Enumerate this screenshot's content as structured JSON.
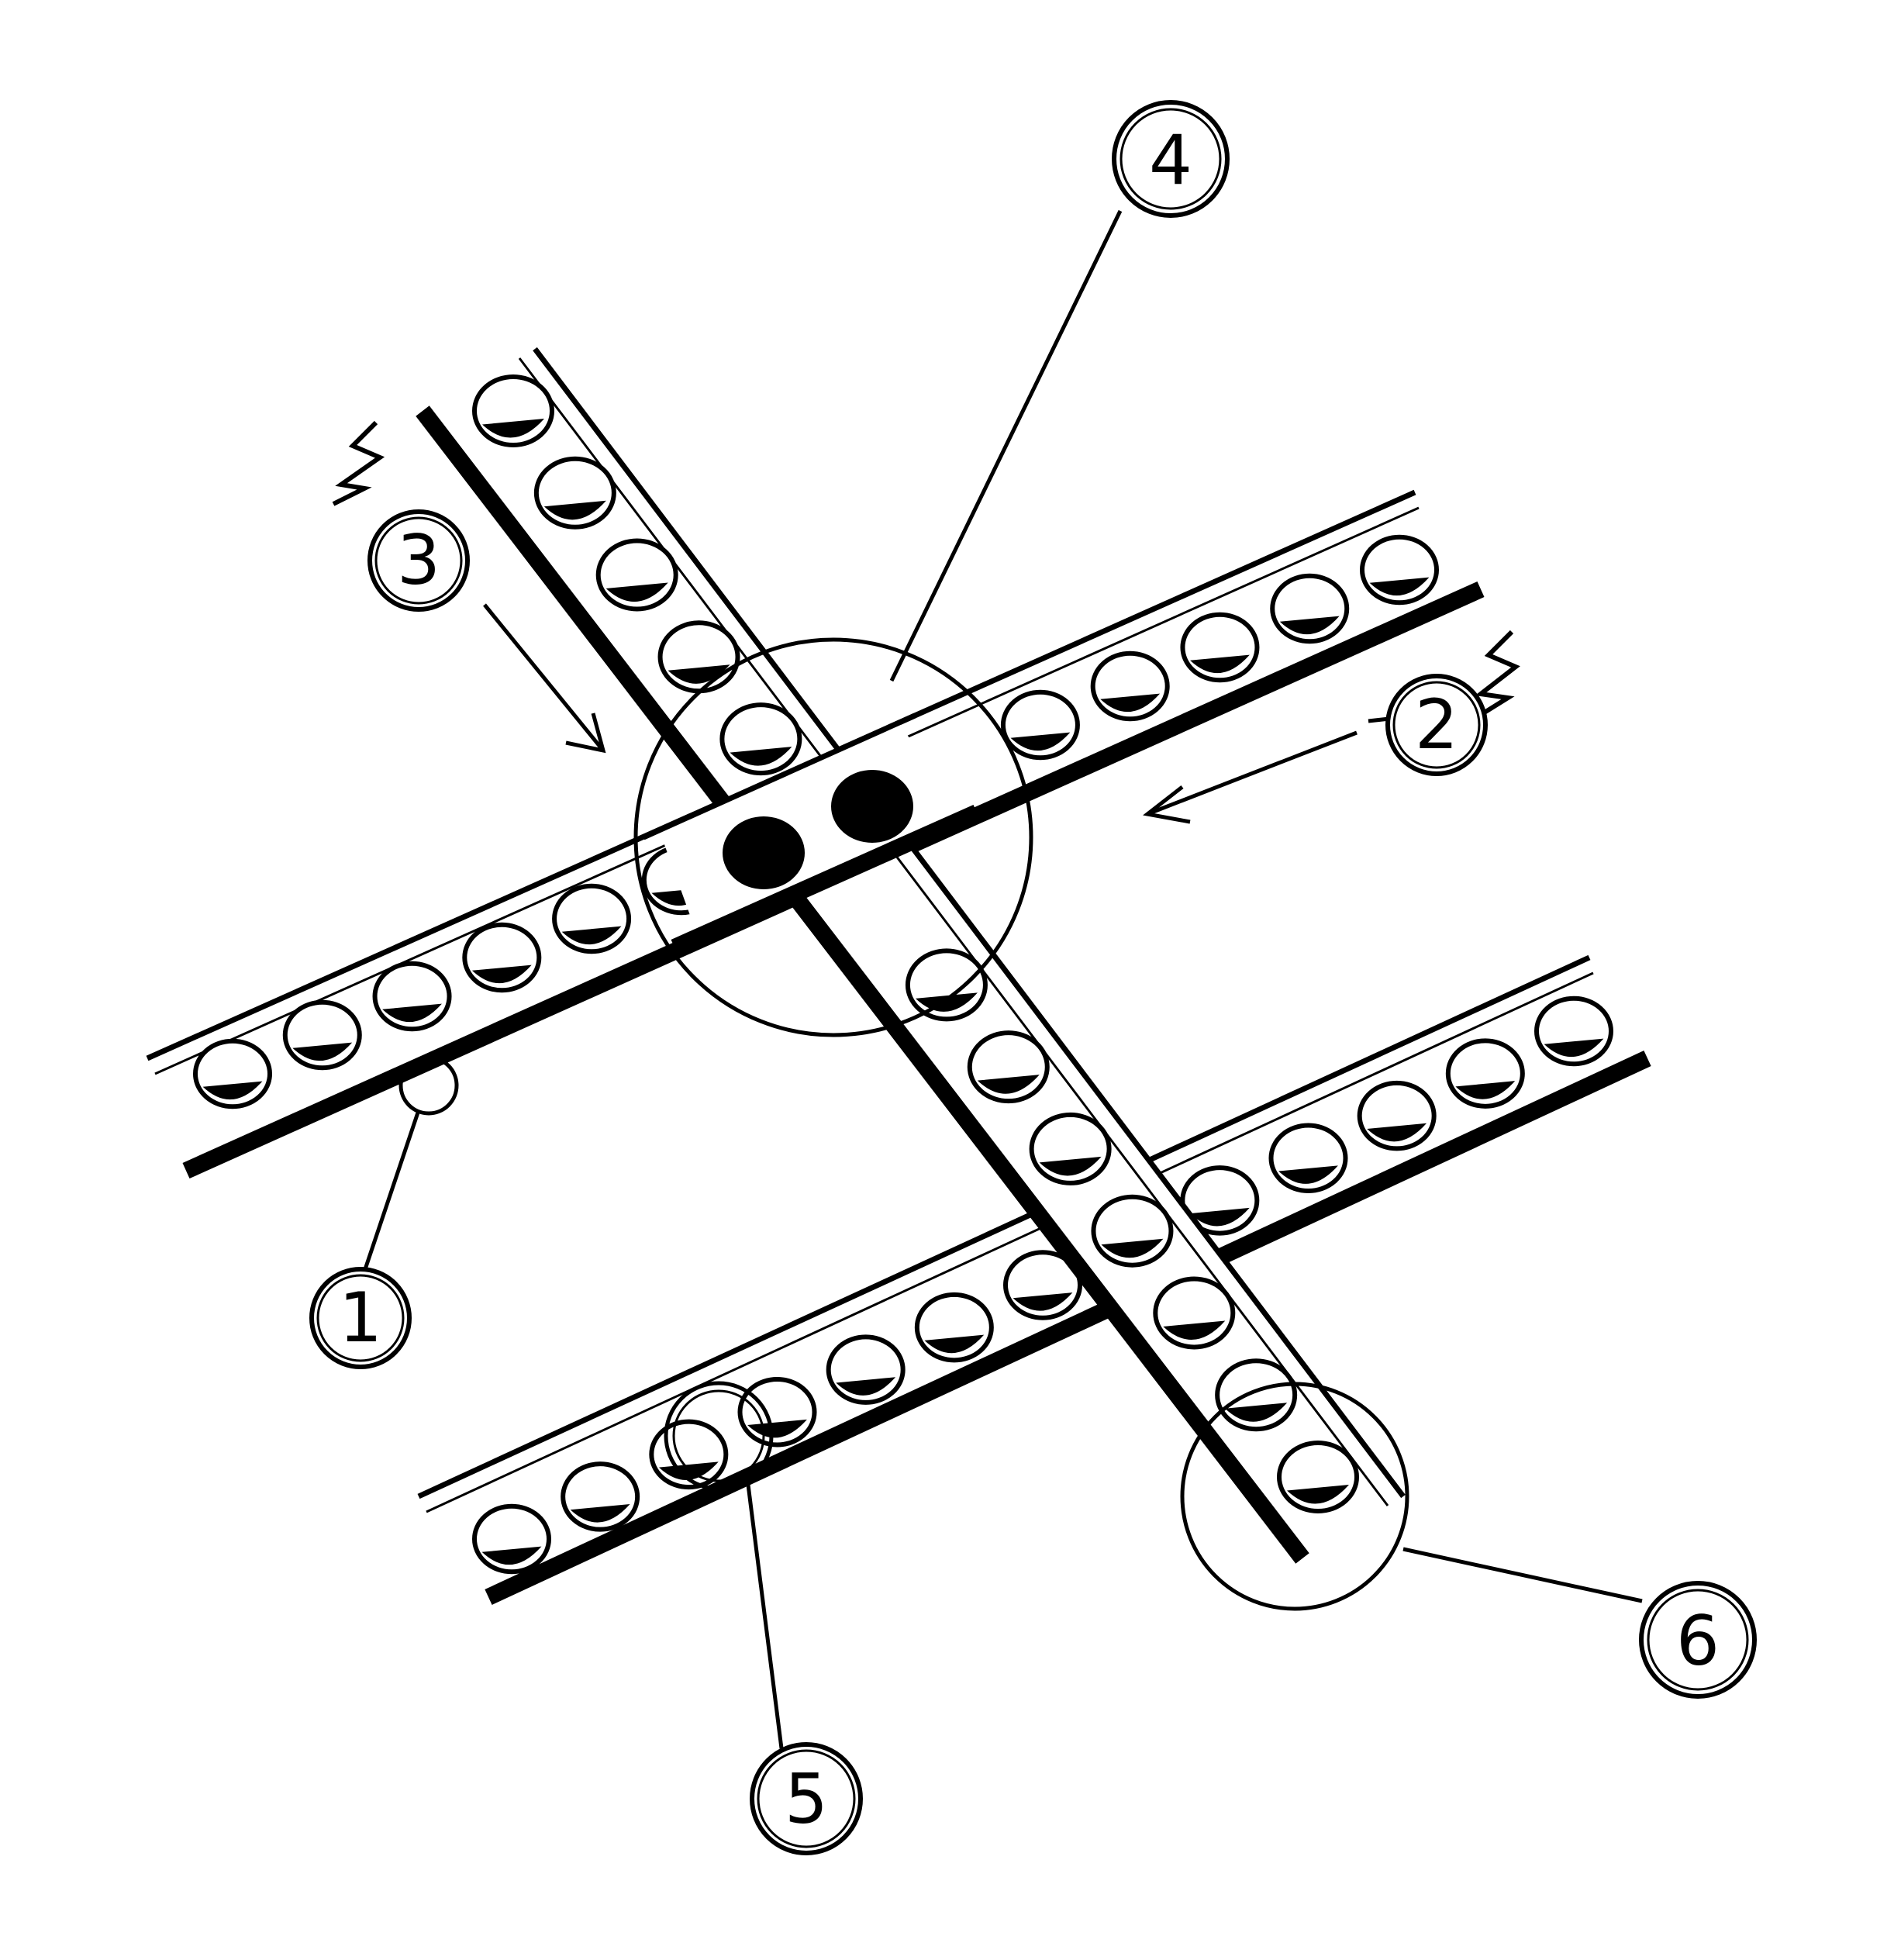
{
  "callouts": [
    {
      "id": "1",
      "label": "1"
    },
    {
      "id": "2",
      "label": "2"
    },
    {
      "id": "3",
      "label": "3"
    },
    {
      "id": "4",
      "label": "4"
    },
    {
      "id": "5",
      "label": "5"
    },
    {
      "id": "6",
      "label": "6"
    }
  ],
  "colors": {
    "ink": "#000000",
    "paper": "#ffffff",
    "shade": "#2a2a2a"
  }
}
